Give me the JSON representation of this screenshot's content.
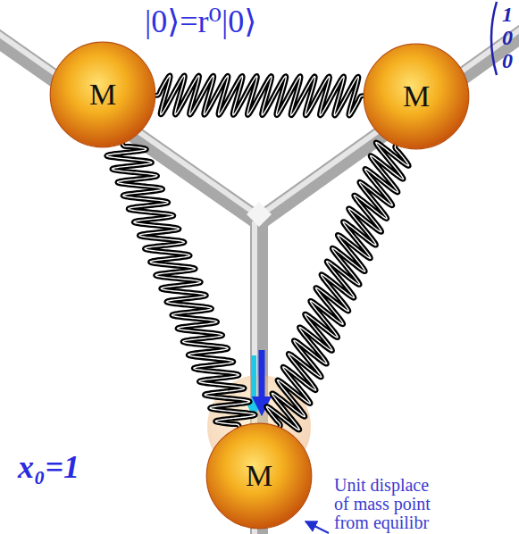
{
  "diagram": {
    "nodes": [
      {
        "text": [
          "M"
        ]
      },
      {
        "text": [
          "M"
        ]
      },
      {
        "text": [
          "M"
        ]
      }
    ],
    "edges": [
      {
        "from": 0,
        "to": 1,
        "arrow": "none"
      },
      {
        "from": 0,
        "to": 2,
        "arrow": "none"
      },
      {
        "from": 1,
        "to": 2,
        "arrow": "none"
      }
    ],
    "labels": [
      "|0⟩=r⁰|0⟩",
      "1",
      "0",
      "0",
      "x₀=1",
      "Unit displace of mass point from equilibr"
    ]
  }
}
